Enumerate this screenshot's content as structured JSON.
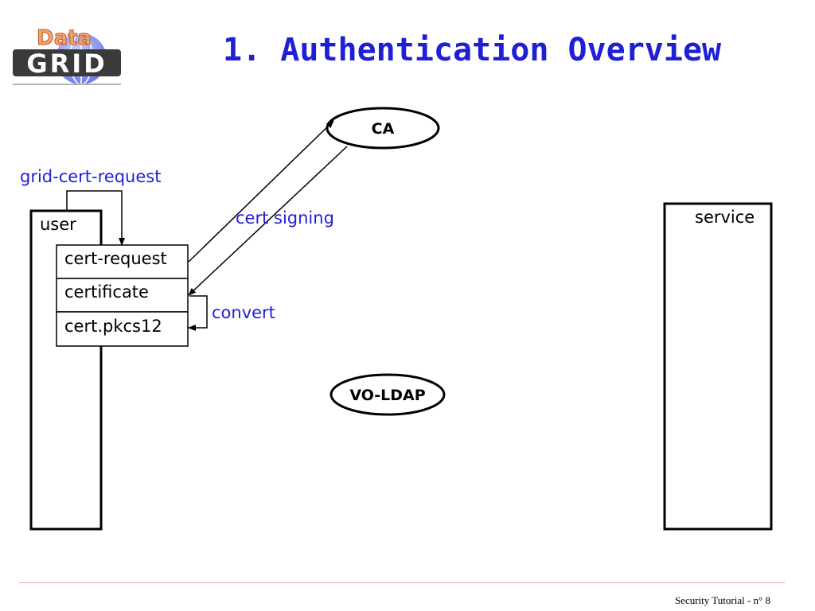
{
  "logo": {
    "top_word": "Data",
    "bottom_word": "GRID"
  },
  "slide": {
    "title": "1. Authentication Overview"
  },
  "diagram": {
    "ca_label": "CA",
    "vo_ldap_label": "VO-LDAP",
    "user_label": "user",
    "service_label": "service",
    "grid_cert_request": "grid-cert-request",
    "cert_signing": "cert signing",
    "convert": "convert",
    "user_files": [
      "cert-request",
      "certificate",
      "cert.pkcs12"
    ]
  },
  "footer": {
    "text": "Security Tutorial - n° 8"
  },
  "colors": {
    "title": "#1f1fd6",
    "annotation": "#1f1fd6",
    "footer_rule": "#e9a8a8"
  }
}
